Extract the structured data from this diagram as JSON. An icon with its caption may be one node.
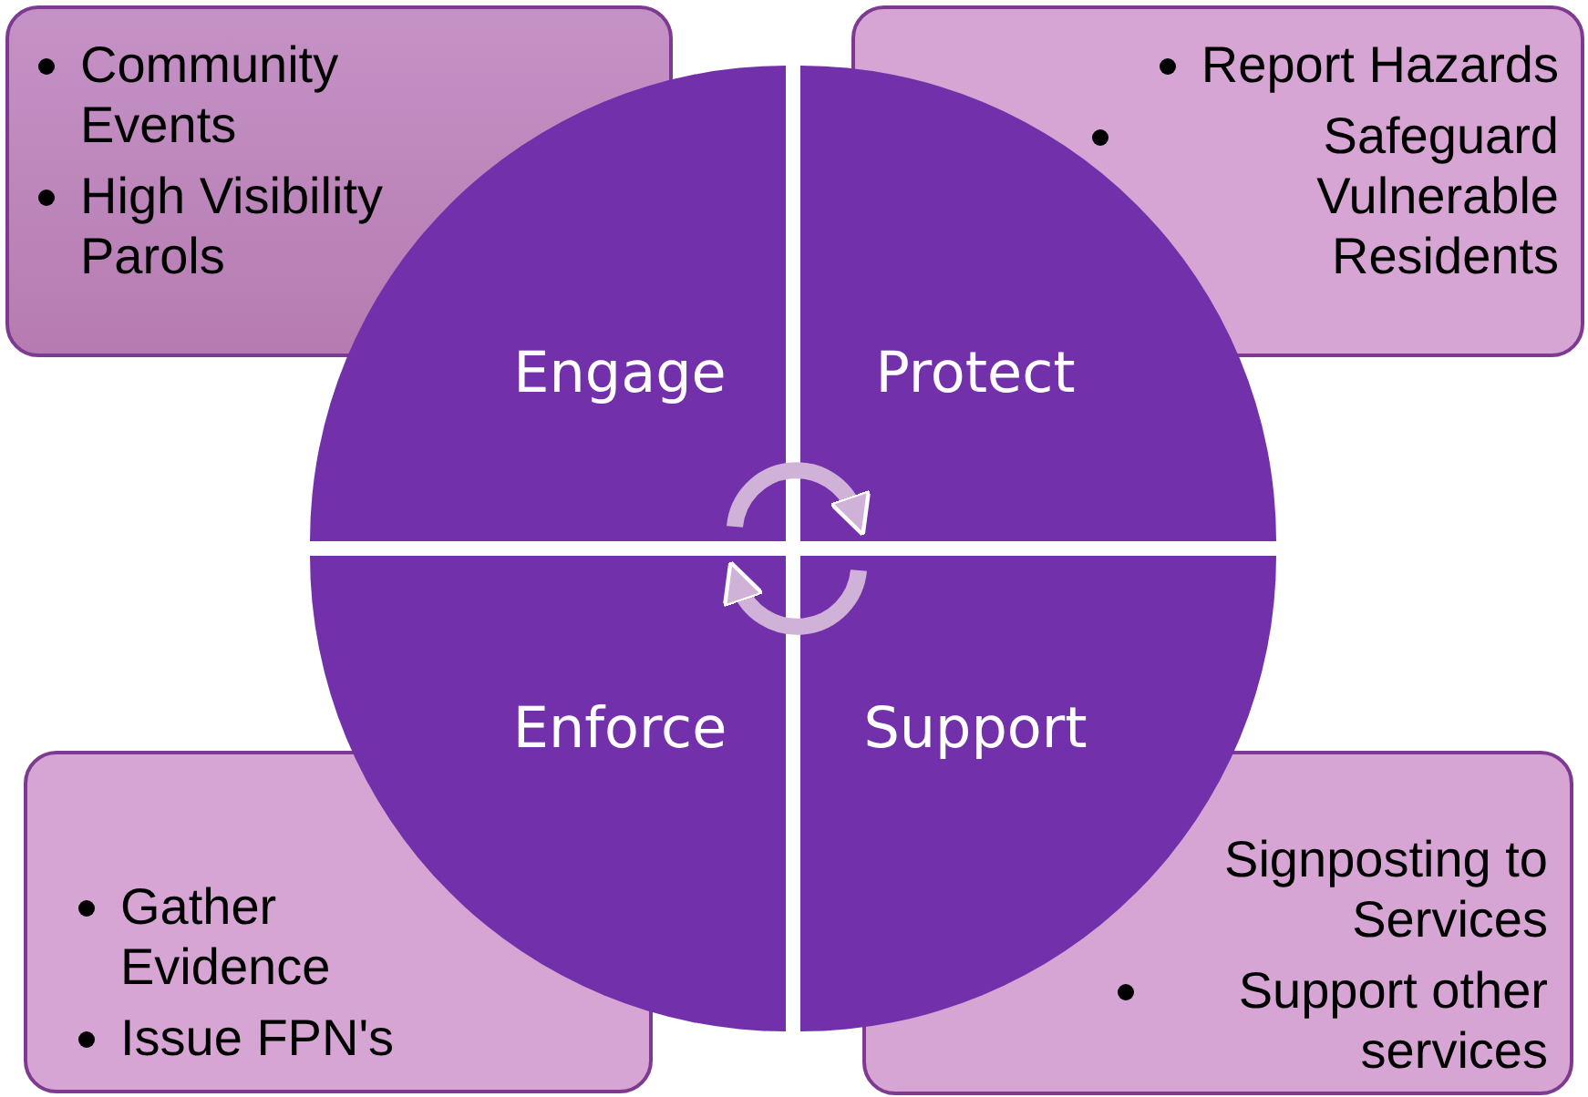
{
  "diagram": {
    "nodes": [
      {
        "text": [
          "Community Events",
          "High Visibility Parols"
        ]
      },
      {
        "text": [
          "Report Hazards",
          "Safeguard Vulnerable Residents"
        ]
      },
      {
        "text": [
          "Engage"
        ]
      },
      {
        "text": [
          "Protect"
        ]
      },
      {
        "text": [
          "Enforce"
        ]
      },
      {
        "text": [
          "Support"
        ]
      },
      {
        "text": [
          "Gather Evidence",
          "Issue FPN's"
        ]
      },
      {
        "text": [
          "Signposting to Services",
          "Support other services"
        ]
      }
    ],
    "edges": [
      {
        "from": 2,
        "to": 3,
        "arrow": "to"
      },
      {
        "from": 5,
        "to": 4,
        "arrow": "to"
      }
    ]
  }
}
